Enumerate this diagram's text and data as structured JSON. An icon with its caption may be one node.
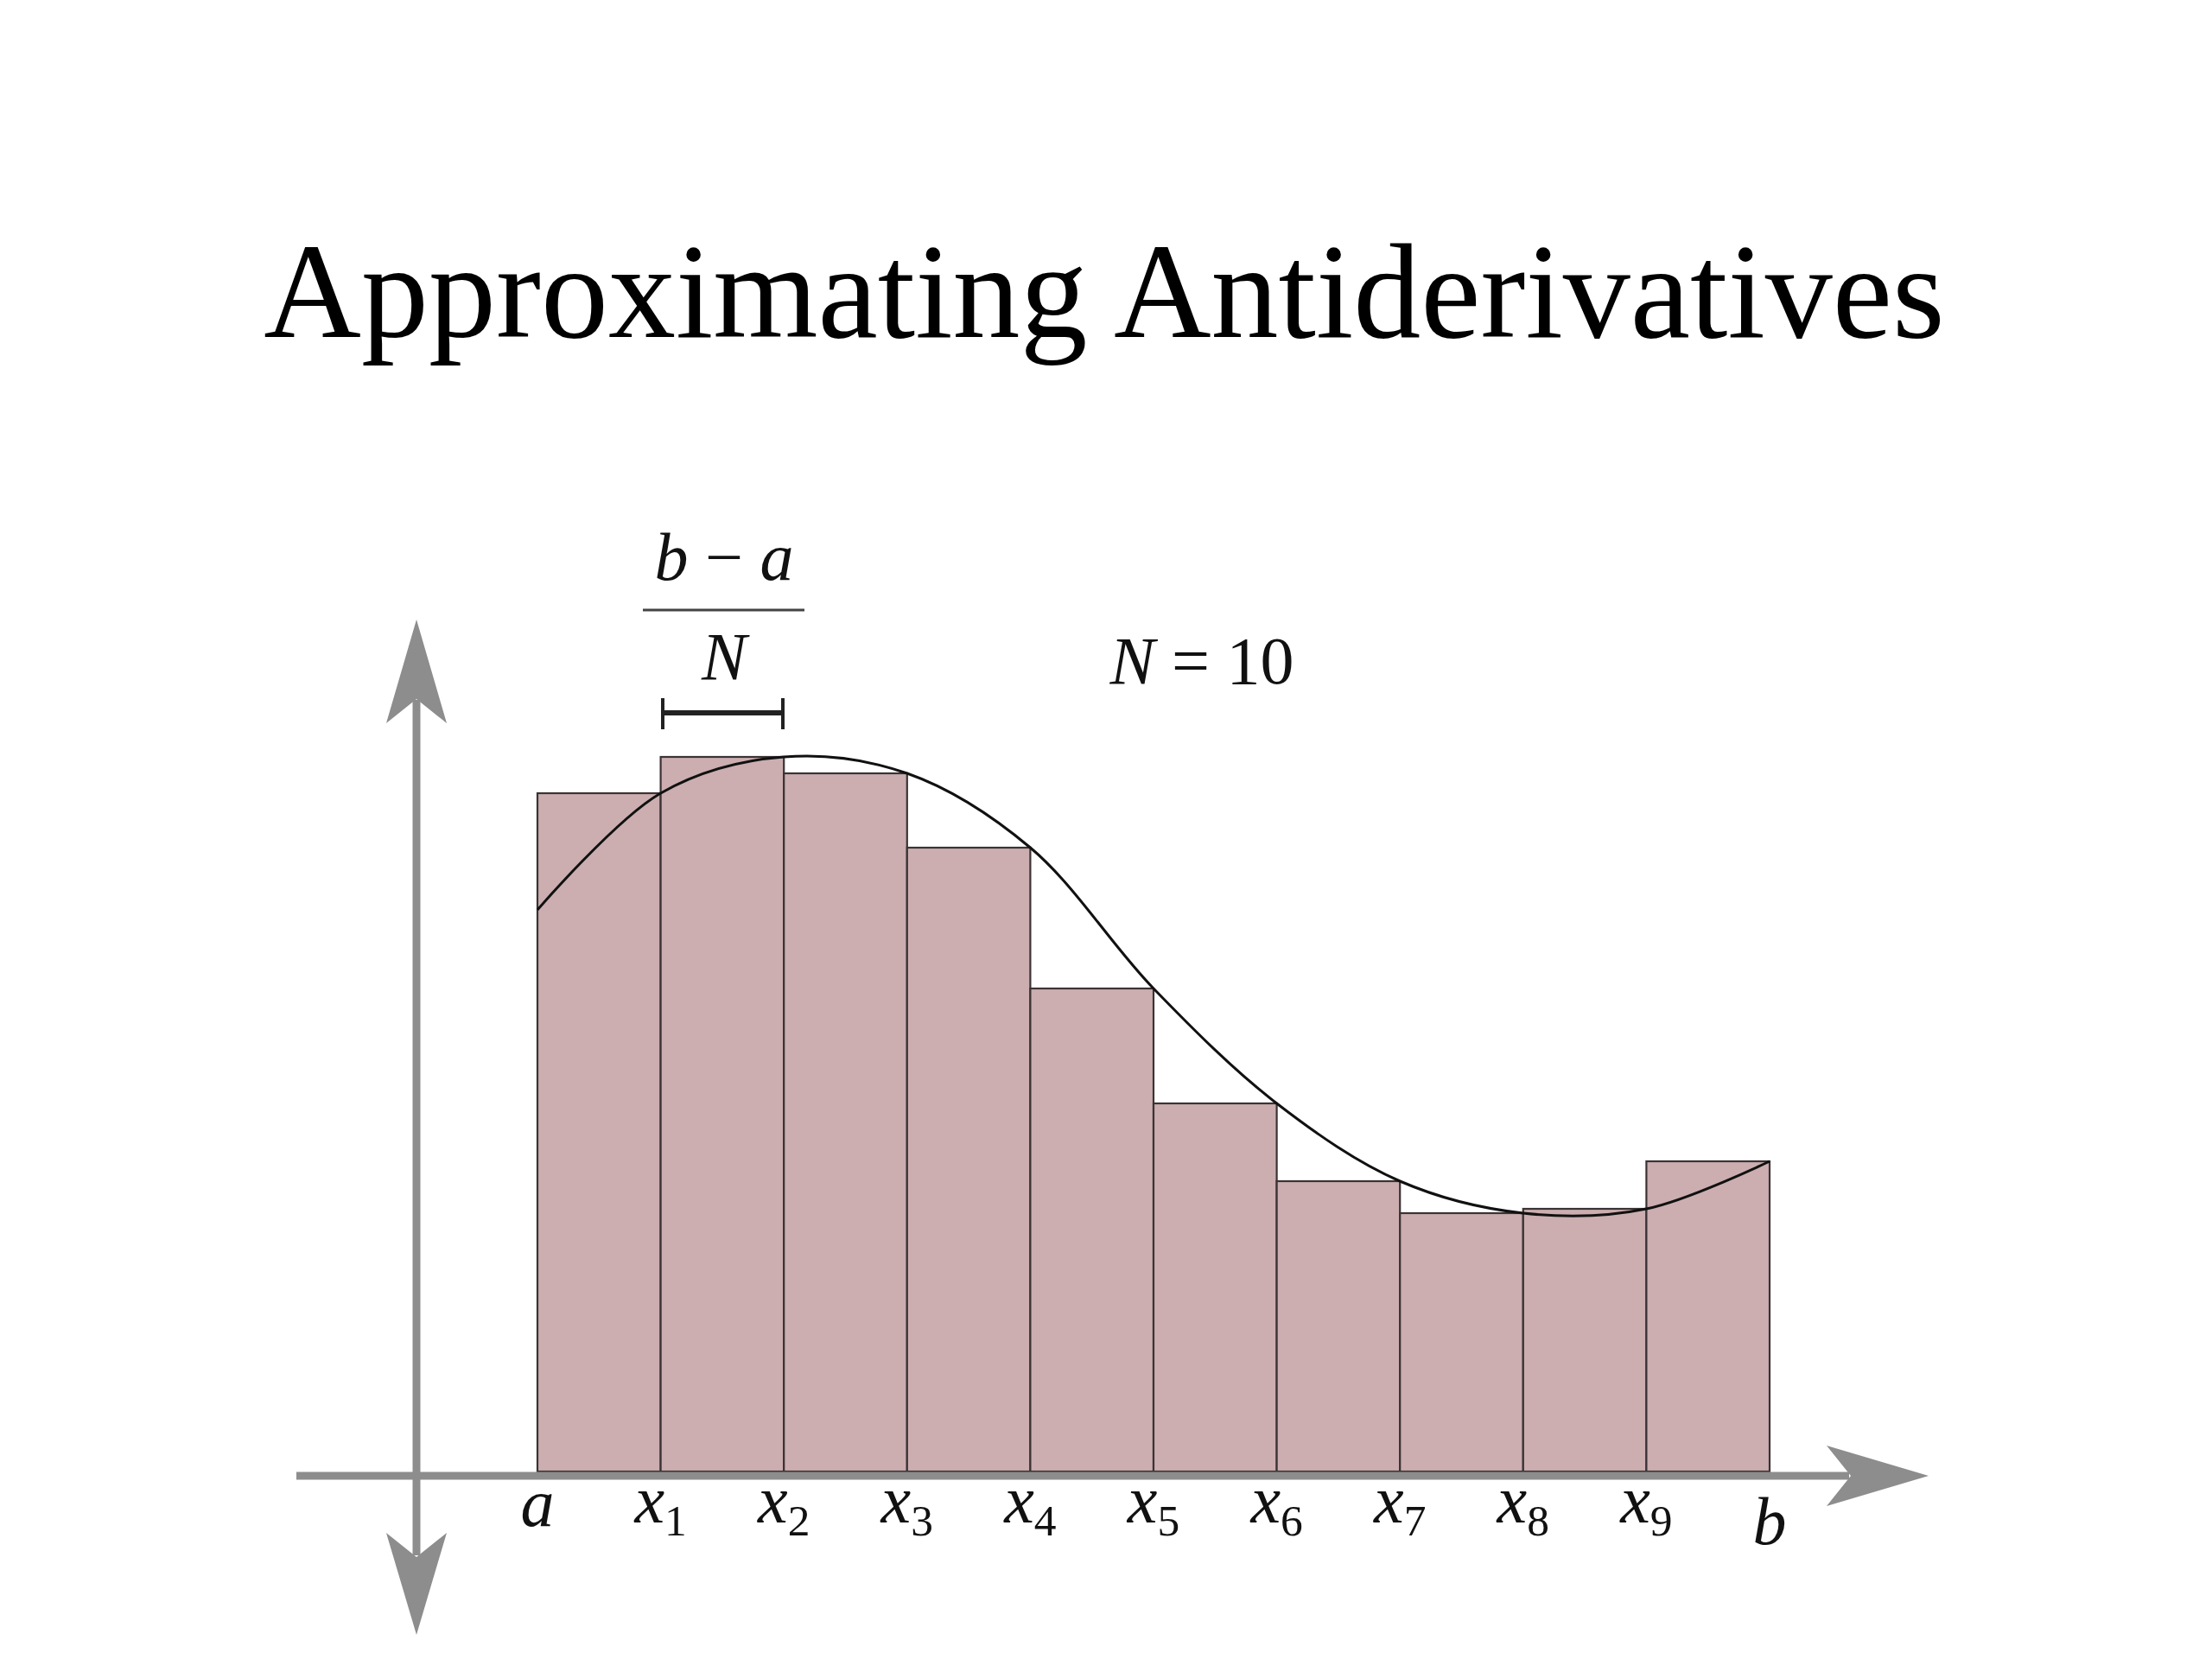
{
  "diagram": {
    "title": "Approximating Antiderivatives",
    "labels": [
      "*b* − *a*",
      "N",
      "*N* = 10",
      "a",
      "*x*$_{1}$",
      "*x*$_{2}$",
      "*x*$_{3}$",
      "*x*$_{4}$",
      "*x*$_{5}$",
      "*x*$_{6}$",
      "*x*$_{7}$",
      "*x*$_{8}$",
      "*x*$_{9}$",
      "b"
    ]
  }
}
